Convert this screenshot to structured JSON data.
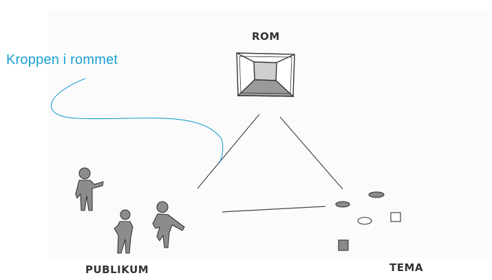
{
  "labels": {
    "top": "ROM",
    "bottom_left": "PUBLIKUM",
    "bottom_right": "TEMA",
    "annotation": "Kroppen i rommet"
  },
  "colors": {
    "annotation": "#1a9ed1",
    "ink": "#333333",
    "figure_fill": "#8c8c8c",
    "room_inner": "#cfcfcf",
    "room_floor": "#9a9a9a",
    "stone_fill": "#8a8a8a",
    "background_canvas": "#fbfbfb"
  },
  "icons": {
    "room": "room-box-icon",
    "people": "person-figure-icon",
    "theme_objects": "stone-icon"
  }
}
